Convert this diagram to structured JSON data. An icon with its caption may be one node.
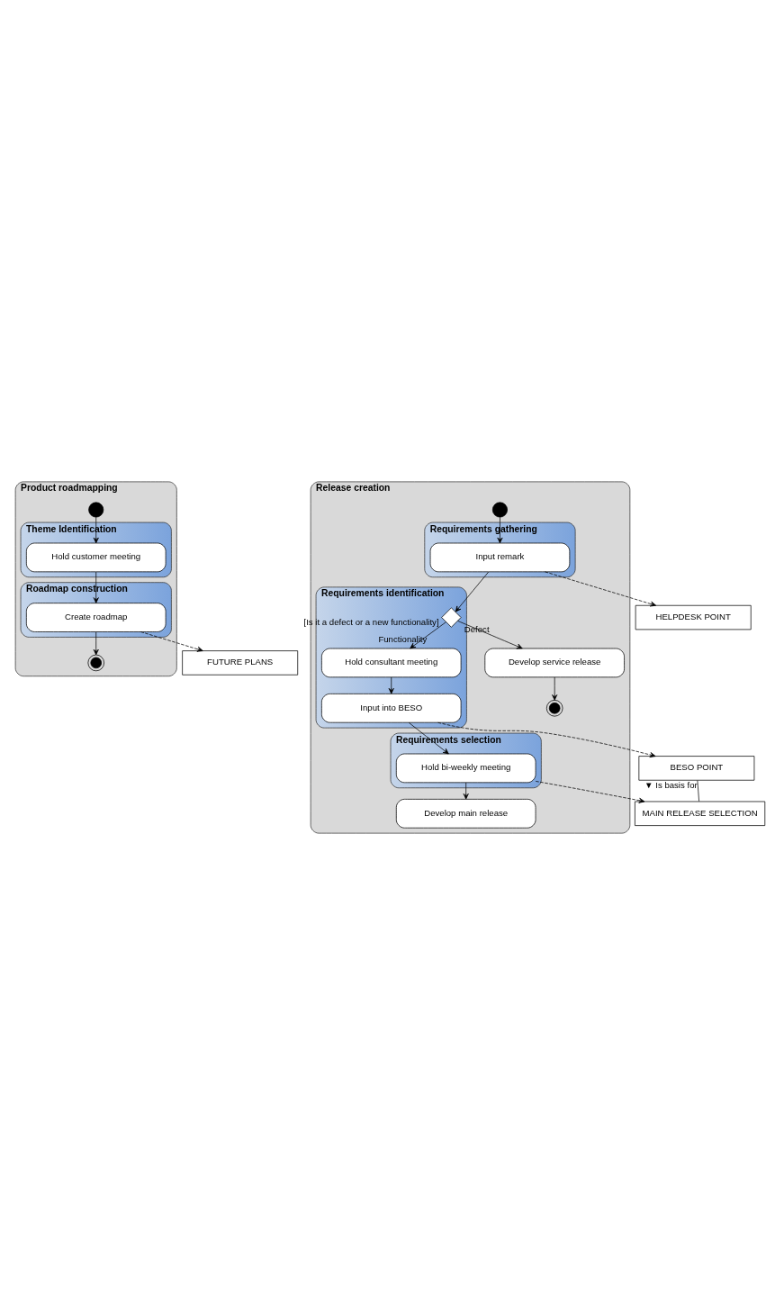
{
  "diagram": {
    "nodes": [
      {
        "text": [
          "Product roadmapping"
        ]
      },
      {
        "text": [],
        "shape": "circle",
        "in": 0
      },
      {
        "text": [
          "Theme Identification"
        ],
        "in": 0
      },
      {
        "text": [
          "Hold customer meeting"
        ],
        "in": 2
      },
      {
        "text": [
          "Roadmap construction"
        ],
        "in": 0
      },
      {
        "text": [
          "Create roadmap"
        ],
        "in": 4
      },
      {
        "text": [],
        "shape": "bullseye",
        "in": 0
      },
      {
        "text": [
          "FUTURE PLANS"
        ]
      },
      {
        "text": [
          "Release creation"
        ]
      },
      {
        "text": [],
        "shape": "circle",
        "in": 8
      },
      {
        "text": [
          "Requirements gathering"
        ],
        "in": 8
      },
      {
        "text": [
          "Input remark"
        ],
        "in": 10
      },
      {
        "text": [
          "HELPDESK POINT"
        ]
      },
      {
        "text": [
          "Requirements identification"
        ],
        "in": 8
      },
      {
        "text": [],
        "shape": "diamond",
        "in": 13,
        "beside": [
          "[Is it a defect or a new functionality]"
        ]
      },
      {
        "text": [
          "Hold consultant meeting"
        ],
        "in": 13
      },
      {
        "text": [
          "Input into BESO"
        ],
        "in": 13
      },
      {
        "text": [
          "BESO POINT"
        ]
      },
      {
        "text": [
          "Requirements selection"
        ],
        "in": 8
      },
      {
        "text": [
          "Hold bi-weekly meeting"
        ],
        "in": 18
      },
      {
        "text": [
          "MAIN RELEASE SELECTION"
        ]
      },
      {
        "text": [
          "Develop main release"
        ],
        "in": 8
      },
      {
        "text": [
          "Develop service release"
        ],
        "in": 8
      },
      {
        "text": [],
        "shape": "bullseye",
        "in": 8
      }
    ],
    "edges": [
      {
        "from": 1,
        "to": 3,
        "arrow": "to"
      },
      {
        "from": 3,
        "to": 5,
        "arrow": "to"
      },
      {
        "from": 5,
        "to": 6,
        "arrow": "to"
      },
      {
        "from": 5,
        "to": 7,
        "arrow": "to",
        "style": "dashed"
      },
      {
        "from": 9,
        "to": 11,
        "arrow": "to"
      },
      {
        "from": 11,
        "to": 12,
        "arrow": "to",
        "style": "dashed"
      },
      {
        "from": 11,
        "to": 14,
        "arrow": "to"
      },
      {
        "from": 14,
        "to": 22,
        "arrow": "to",
        "label": "Defect"
      },
      {
        "from": 14,
        "to": 15,
        "arrow": "to",
        "label": "Functionality"
      },
      {
        "from": 15,
        "to": 16,
        "arrow": "to"
      },
      {
        "from": 16,
        "to": 17,
        "arrow": "to",
        "style": "dashed"
      },
      {
        "from": 16,
        "to": 19,
        "arrow": "to"
      },
      {
        "from": 19,
        "to": 20,
        "arrow": "to",
        "style": "dashed"
      },
      {
        "from": 17,
        "to": 20,
        "arrow": "none",
        "label": "▼ Is basis for"
      },
      {
        "from": 19,
        "to": 21,
        "arrow": "to"
      },
      {
        "from": 22,
        "to": 23,
        "arrow": "to"
      }
    ]
  }
}
